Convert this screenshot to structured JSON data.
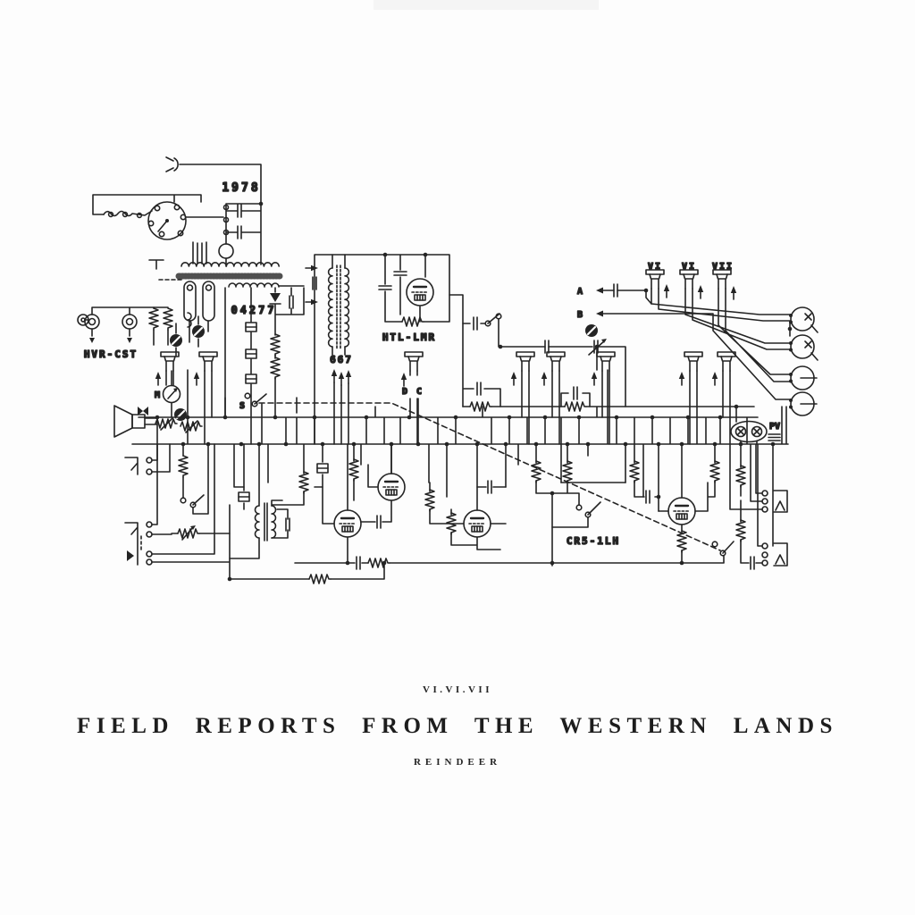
{
  "artwork": {
    "ink_color": "#242424",
    "paper_color": "#fdfdfd"
  },
  "schematic_labels": {
    "year": "1978",
    "transformer_part": "04277",
    "hvr_cst": "HVR-CST",
    "htl_lmr": "HTL-LMR",
    "n667": "667",
    "dc": "D C",
    "meter": "M",
    "switch_s": "S",
    "point_a": "A",
    "point_b": "B",
    "tube_v1": "VI",
    "tube_v2": "VI",
    "tube_v3": "VII",
    "pv": "PV",
    "cr5_1lh": "CR5-1LH"
  },
  "titles": {
    "catalog_number": "VI.VI.VII",
    "album_title": "FIELD REPORTS FROM THE WESTERN LANDS",
    "artist": "REINDEER"
  }
}
